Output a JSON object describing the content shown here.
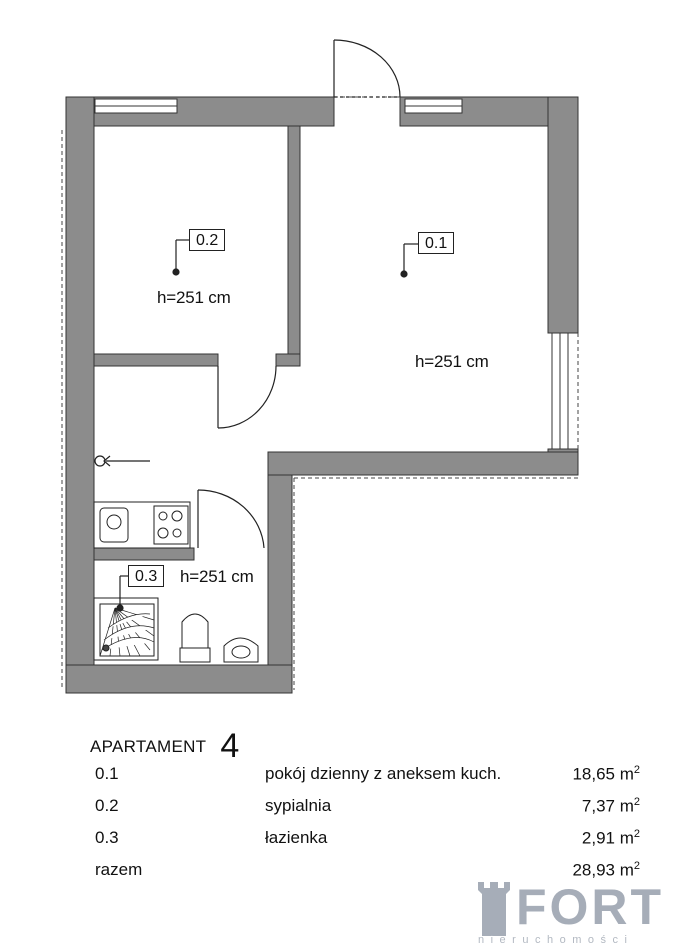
{
  "rooms": [
    {
      "id": "0.1",
      "height": "h=251 cm"
    },
    {
      "id": "0.2",
      "height": "h=251 cm"
    },
    {
      "id": "0.3",
      "height": "h=251 cm"
    }
  ],
  "apartment": {
    "label": "APARTAMENT",
    "number": "4",
    "unit_suffix": "2",
    "rows": [
      {
        "id": "0.1",
        "name": "pokój dzienny z aneksem kuch.",
        "area": "18,65 m"
      },
      {
        "id": "0.2",
        "name": "sypialnia",
        "area": "7,37 m"
      },
      {
        "id": "0.3",
        "name": "łazienka",
        "area": "2,91 m"
      },
      {
        "id": "razem",
        "name": "",
        "area": "28,93 m"
      }
    ]
  },
  "logo": {
    "brand": "FORT",
    "tagline": "nieruchomości"
  },
  "colors": {
    "wall": "#8c8c8c",
    "wall_stroke": "#333333",
    "line": "#222222"
  }
}
